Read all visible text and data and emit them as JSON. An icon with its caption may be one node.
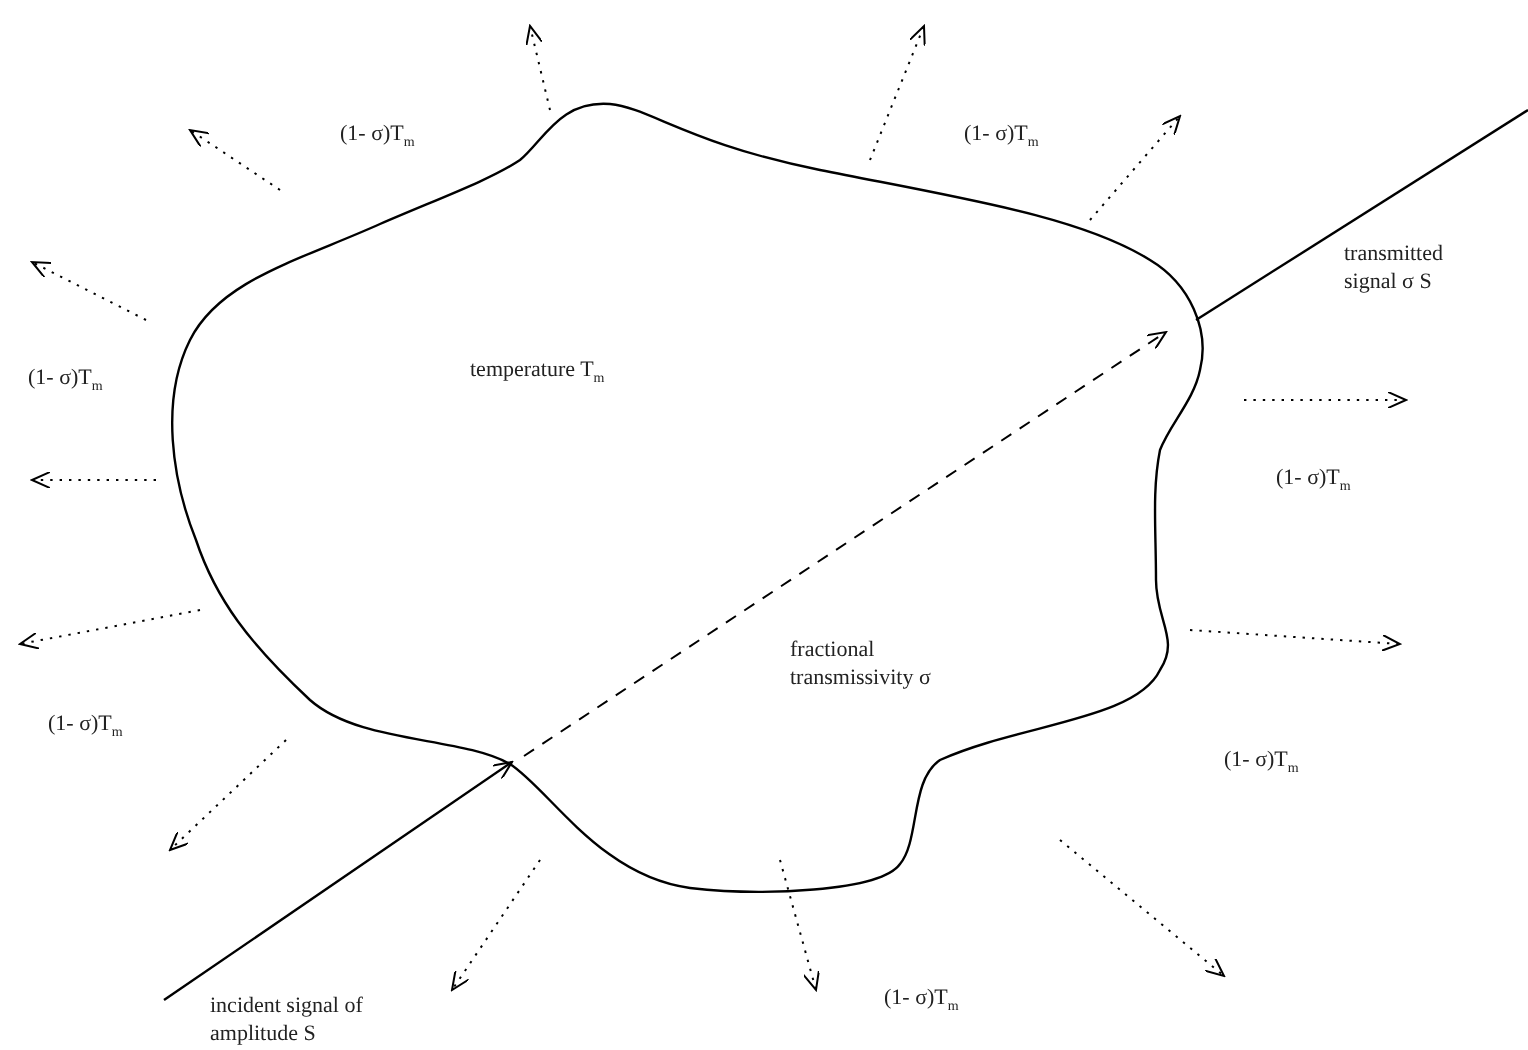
{
  "diagram": {
    "nodes": [
      {
        "text": [
          "temperature T$_{m}$",
          "fractional transmissivity σ"
        ]
      },
      {
        "text": [
          "incident signal of amplitude S"
        ]
      }
    ],
    "edges": [
      {
        "from": 1,
        "to": 0,
        "arrow": "to"
      },
      {
        "from": 0,
        "to": null,
        "arrow": "none",
        "label": "transmitted signal σ S"
      }
    ],
    "labels": [
      "(1- σ)T$_{m}$",
      "(1- σ)T$_{m}$",
      "(1- σ)T$_{m}$",
      "(1- σ)T$_{m}$",
      "(1- σ)T$_{m}$",
      "(1- σ)T$_{m}$",
      "(1- σ)T$_{m}$"
    ]
  }
}
